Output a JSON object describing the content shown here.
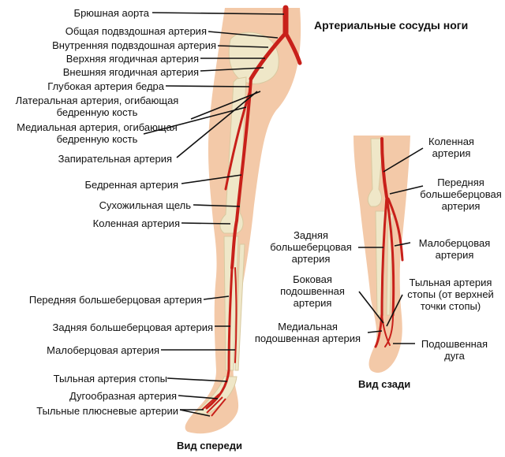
{
  "title": "Артериальные сосуды ноги",
  "views": {
    "front": "Вид спереди",
    "back": "Вид сзади"
  },
  "front_labels": [
    "Брюшная аорта",
    "Общая подвздошная артерия",
    "Внутренняя подвздошная артерия",
    "Верхняя ягодичная артерия",
    "Внешняя ягодичная артерия",
    "Глубокая артерия бедра",
    "Латеральная артерия, огибающая бедренную кость",
    "Медиальная артерия, огибающая бедренную кость",
    "Запирательная артерия",
    "Бедренная артерия",
    "Сухожильная щель",
    "Коленная артерия",
    "Передняя большеберцовая артерия",
    "Задняя большеберцовая артерия",
    "Малоберцовая артерия",
    "Тыльная артерия стопы",
    "Дугообразная артерия",
    "Тыльные плюсневые артерии"
  ],
  "back_labels": {
    "popliteal": "Коленная артерия",
    "anterior_tibial": "Передняя большеберцовая артерия",
    "posterior_tibial": "Задняя большеберцовая артерия",
    "peroneal": "Малоберцовая артерия",
    "lateral_plantar": "Боковая подошвенная артерия",
    "dorsal_foot": "Тыльная артерия стопы (от верхней точки стопы)",
    "medial_plantar": "Медиальная подошвенная артерия",
    "plantar_arch": "Подошвенная дуга"
  },
  "colors": {
    "skin": "#f3c9a8",
    "bone": "#efe7c8",
    "artery": "#c8201a",
    "line": "#111111"
  }
}
